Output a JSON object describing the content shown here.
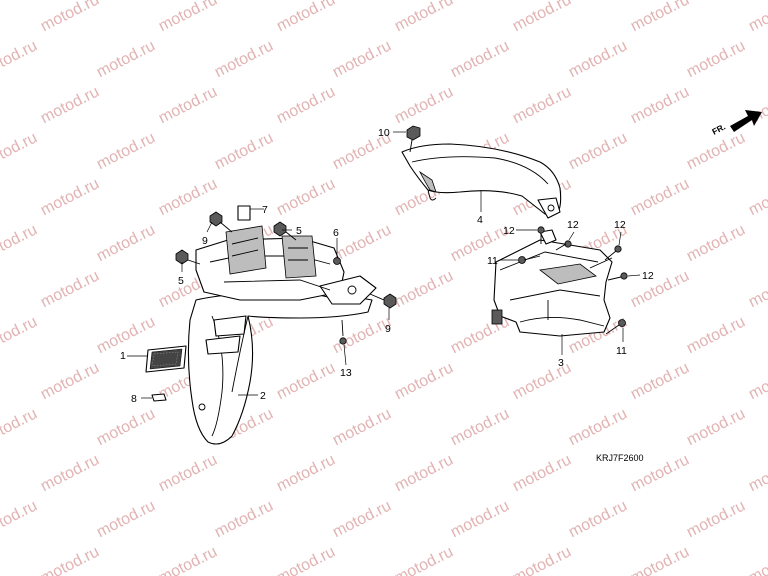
{
  "watermark": {
    "text": "motod.ru",
    "color": "#e2b3b3"
  },
  "diagram_code": "KRJ7F2600",
  "front_indicator": "FR.",
  "callouts": {
    "p1": "1",
    "p2": "2",
    "p3": "3",
    "p4": "4",
    "p5a": "5",
    "p5b": "5",
    "p6": "6",
    "p7": "7",
    "p8": "8",
    "p9a": "9",
    "p9b": "9",
    "p10": "10",
    "p11a": "11",
    "p11b": "11",
    "p12a": "12",
    "p12b": "12",
    "p12c": "12",
    "p12d": "12",
    "p13": "13"
  }
}
